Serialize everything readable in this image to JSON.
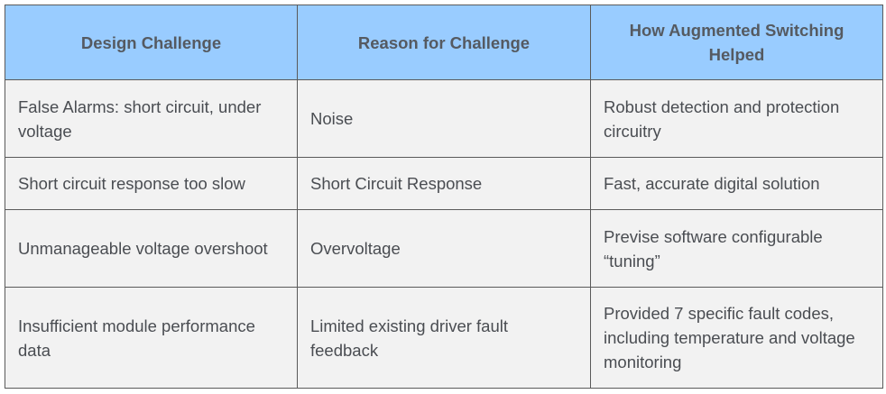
{
  "table": {
    "headers": [
      "Design Challenge",
      "Reason for Challenge",
      "How Augmented Switching Helped"
    ],
    "rows": [
      [
        "False Alarms: short circuit, under voltage",
        "Noise",
        "Robust detection and protection circuitry"
      ],
      [
        "Short circuit response too slow",
        "Short Circuit Response",
        "Fast, accurate digital solution"
      ],
      [
        "Unmanageable voltage overshoot",
        "Overvoltage",
        "Previse software configurable “tuning”"
      ],
      [
        "Insufficient module performance data",
        "Limited existing driver fault feedback",
        "Provided 7 specific fault codes, including temperature and voltage monitoring"
      ]
    ]
  },
  "colors": {
    "header_background": "#99ccff",
    "header_text": "#555a61",
    "cell_background": "#f2f2f2",
    "cell_text": "#4a4d52",
    "border": "#5a5a5a"
  }
}
